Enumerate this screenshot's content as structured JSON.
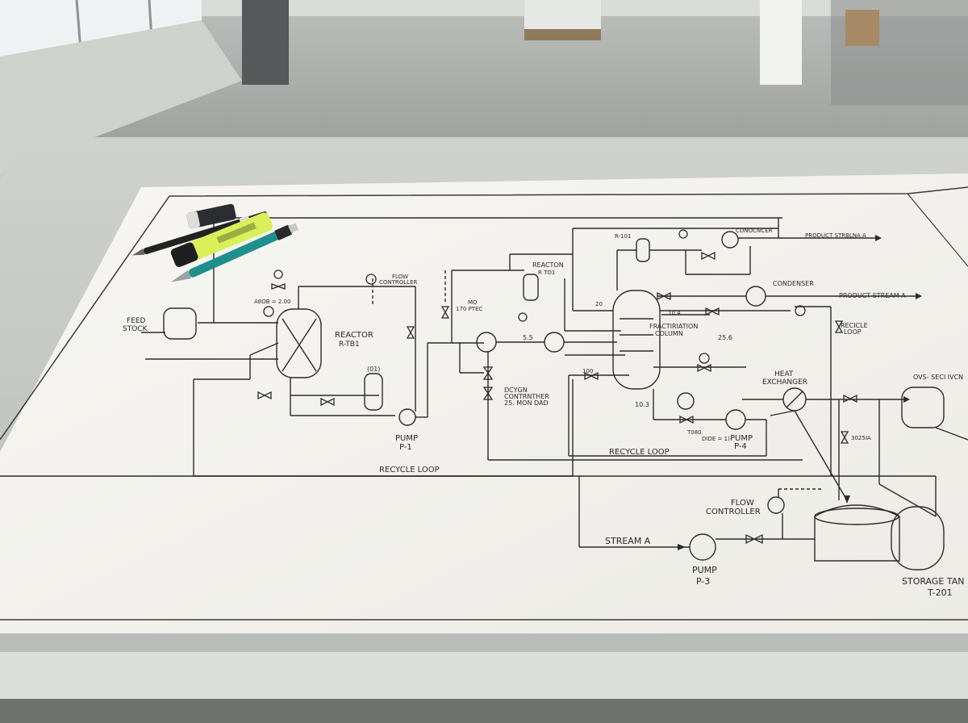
{
  "scene": {
    "description_type": "photo",
    "colors": {
      "floor": "#a9aca8",
      "wall": "#d6d8d4",
      "window": "#eef2f2",
      "table": "#c4c7c3",
      "table_edge": "#e2e3df",
      "paper": "#f4f3ef",
      "ink": "#2b2b2b",
      "highlighter": "#d9f05a",
      "pen_teal": "#1f8f8c",
      "pen_black": "#222222"
    },
    "objects": [
      "eraser",
      "black-pen",
      "highlighter",
      "teal-mechanical-pencil"
    ]
  },
  "drawing": {
    "labels": {
      "feed_stock_1": "FEED",
      "feed_stock_2": "STOCK",
      "reactor_top_left": "A6OB = 2.00",
      "flow_controller_top": "FLOW",
      "flow_controller_top2": "CONTROLLER",
      "reactor_1": "REACTOR",
      "reactor_2": "R-TB1",
      "small_vessel": "(01)",
      "pump1_a": "PUMP",
      "pump1_b": "P-1",
      "recycle_loop_1": "RECYCLE LOOP",
      "reactor2_a": "REACTON",
      "reactor2_b": "R TO1",
      "fract_a": "FRACTIRIATION",
      "fract_b": "COLUMN",
      "condenser_top": "CONOCNCER",
      "condenser": "CONDENSER",
      "product_stream_1": "PRODUCT STRBLNA A",
      "product_stream_2": "PRODUCT STREAM A",
      "recycle_loop_right_1": "RECICLE",
      "recycle_loop_right_2": "LOOP",
      "heat_exchanger_1": "HEAT",
      "heat_exchanger_2": "EXCHANGER",
      "pump4_a": "PUMP",
      "pump4_b": "P-4",
      "recycle_loop_2": "RECYCLE LOOP",
      "flow_controller_low_1": "FLOW",
      "flow_controller_low_2": "CONTROLLER",
      "stream_a": "STREAM A",
      "pump3_a": "PUMP",
      "pump3_b": "P-3",
      "storage_1": "STORAGE TAN",
      "storage_2": "T-201",
      "design_1": "DCYGN",
      "design_2": "CONTRNTHER",
      "design_3": "25. MON DAD",
      "num_55": "5.5",
      "num_256": "25.6",
      "num_103": "10.3",
      "num_20": "20",
      "num_104": "10.4",
      "text_r101": "R-101",
      "text_170": "170 PTEC",
      "text_mo": "MO",
      "text_100": "100",
      "text_dide": "DIDE = 1)",
      "text_t080": "T080.",
      "text_3025": "3025IA",
      "text_ovs": "OVS- SECI IVCN"
    }
  }
}
